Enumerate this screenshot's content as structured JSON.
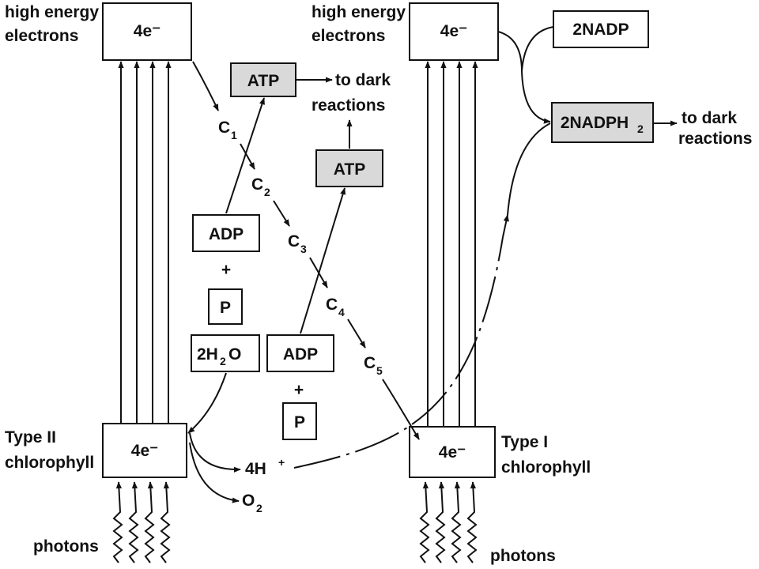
{
  "labels": {
    "high_energy_left_1": "high energy",
    "high_energy_left_2": "electrons",
    "high_energy_right_1": "high energy",
    "high_energy_right_2": "electrons",
    "type2_1": "Type II",
    "type2_2": "chlorophyll",
    "type1_1": "Type I",
    "type1_2": "chlorophyll",
    "photons_left": "photons",
    "photons_right": "photons",
    "to_dark_atp_1": "to dark",
    "to_dark_atp_2": "reactions",
    "to_dark_nadph_1": "to dark",
    "to_dark_nadph_2": "reactions",
    "plus_1": "+",
    "plus_2": "+",
    "four_h": "4H",
    "four_h_sup": "+",
    "o2": "O",
    "o2_sub": "2"
  },
  "boxes": {
    "top_left_4e": "4e⁻",
    "top_right_4e": "4e⁻",
    "bottom_left_4e": "4e⁻",
    "bottom_right_4e": "4e⁻",
    "atp_top": "ATP",
    "atp_mid": "ATP",
    "nadp": "2NADP",
    "nadph2": "2NADPH",
    "nadph2_sub": "2",
    "adp_left": "ADP",
    "adp_right": "ADP",
    "p_left": "P",
    "p_right": "P",
    "h2o_pre": "2H",
    "h2o_sub": "2",
    "h2o_post": "O"
  },
  "carriers": [
    {
      "base": "C",
      "sub": "1"
    },
    {
      "base": "C",
      "sub": "2"
    },
    {
      "base": "C",
      "sub": "3"
    },
    {
      "base": "C",
      "sub": "4"
    },
    {
      "base": "C",
      "sub": "5"
    }
  ],
  "colors": {
    "shaded_box": "#d9d9d9",
    "ink": "#111111"
  }
}
